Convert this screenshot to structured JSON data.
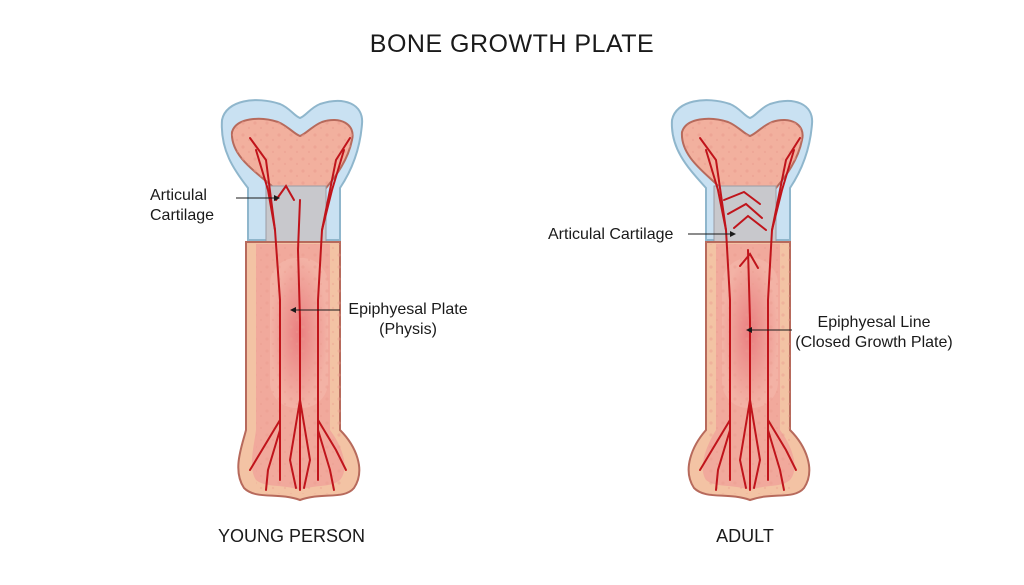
{
  "title": "BONE GROWTH PLATE",
  "young": {
    "caption": "YOUNG PERSON",
    "label_cartilage_line1": "Articulal",
    "label_cartilage_line2": "Cartilage",
    "label_plate_line1": "Epiphyesal Plate",
    "label_plate_line2": "(Physis)"
  },
  "adult": {
    "caption": "ADULT",
    "label_cartilage": "Articulal Cartilage",
    "label_line_line1": "Epiphyesal Line",
    "label_line_line2": "(Closed Growth Plate)"
  },
  "colors": {
    "cartilage_blue": "#c9e1f2",
    "bone_outer": "#f3c3a4",
    "bone_inner": "#f1a99c",
    "marrow": "#ec8f8c",
    "growth_plate_grey": "#c8c8cc",
    "vessel_red": "#c0141b",
    "outline": "#9c5d52"
  }
}
